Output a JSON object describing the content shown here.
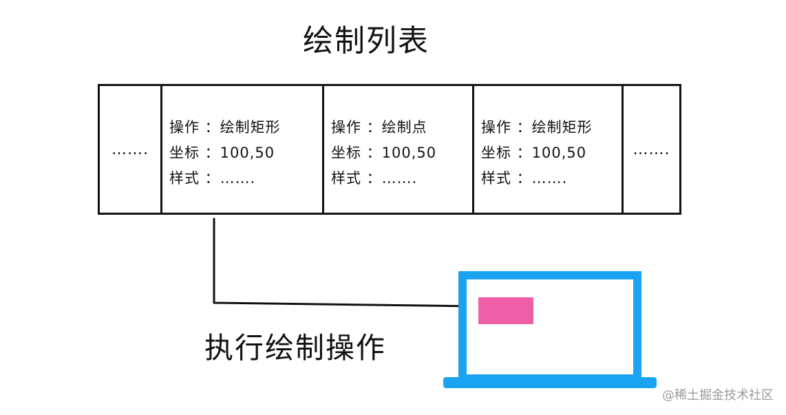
{
  "title": "绘制列表",
  "edge_left": "…….",
  "edge_right": "…….",
  "operations": [
    {
      "op": "操作 ：绘制矩形",
      "coord": "坐标 ：100,50",
      "style": "样式 ：……."
    },
    {
      "op": "操作 ：绘制点",
      "coord": "坐标 ：100,50",
      "style": "样式 ：……."
    },
    {
      "op": "操作 ：绘制矩形",
      "coord": "坐标 ：100,50",
      "style": "样式 ：……."
    }
  ],
  "exec_label": "执行绘制操作",
  "watermark": "@稀土掘金技术社区",
  "colors": {
    "line": "#111111",
    "screen_frame": "#1aa3f0",
    "drawn_rect": "#ee5fa6",
    "watermark": "#9a9a9a"
  }
}
